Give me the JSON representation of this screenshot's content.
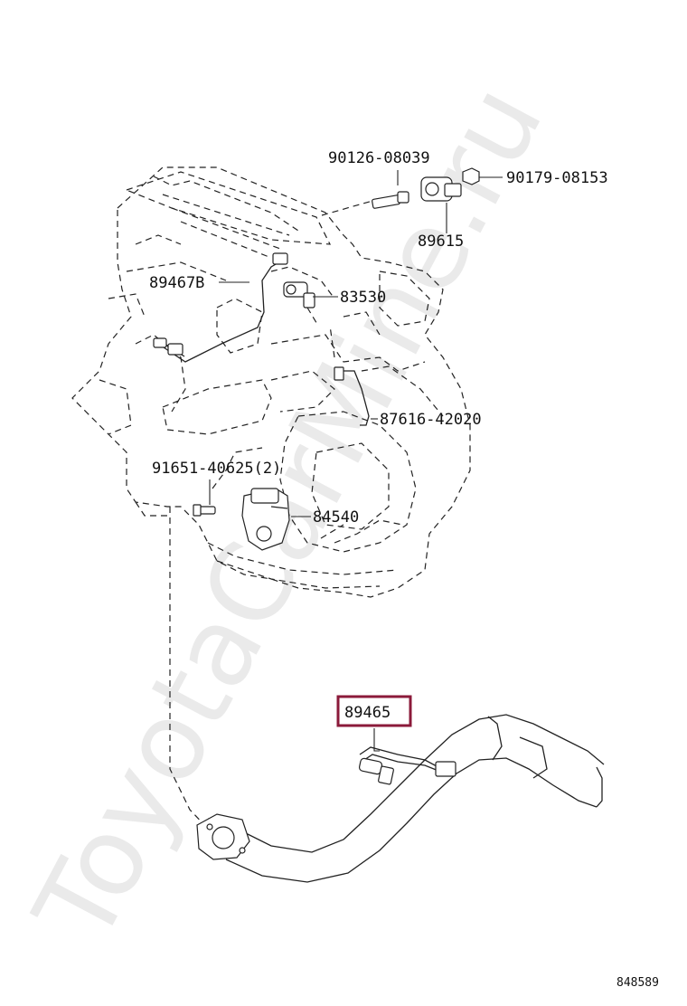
{
  "watermark": "ToyotaCarMine.ru",
  "callouts": {
    "p90126": "90126-08039",
    "p90179": "90179-08153",
    "p89615": "89615",
    "p89467b": "89467B",
    "p83530": "83530",
    "p87616": "87616-42020",
    "p91651": "91651-40625(2)",
    "p84540": "84540",
    "p89465": "89465"
  },
  "highlight_color": "#8b1a3a",
  "figure_id": "848589"
}
